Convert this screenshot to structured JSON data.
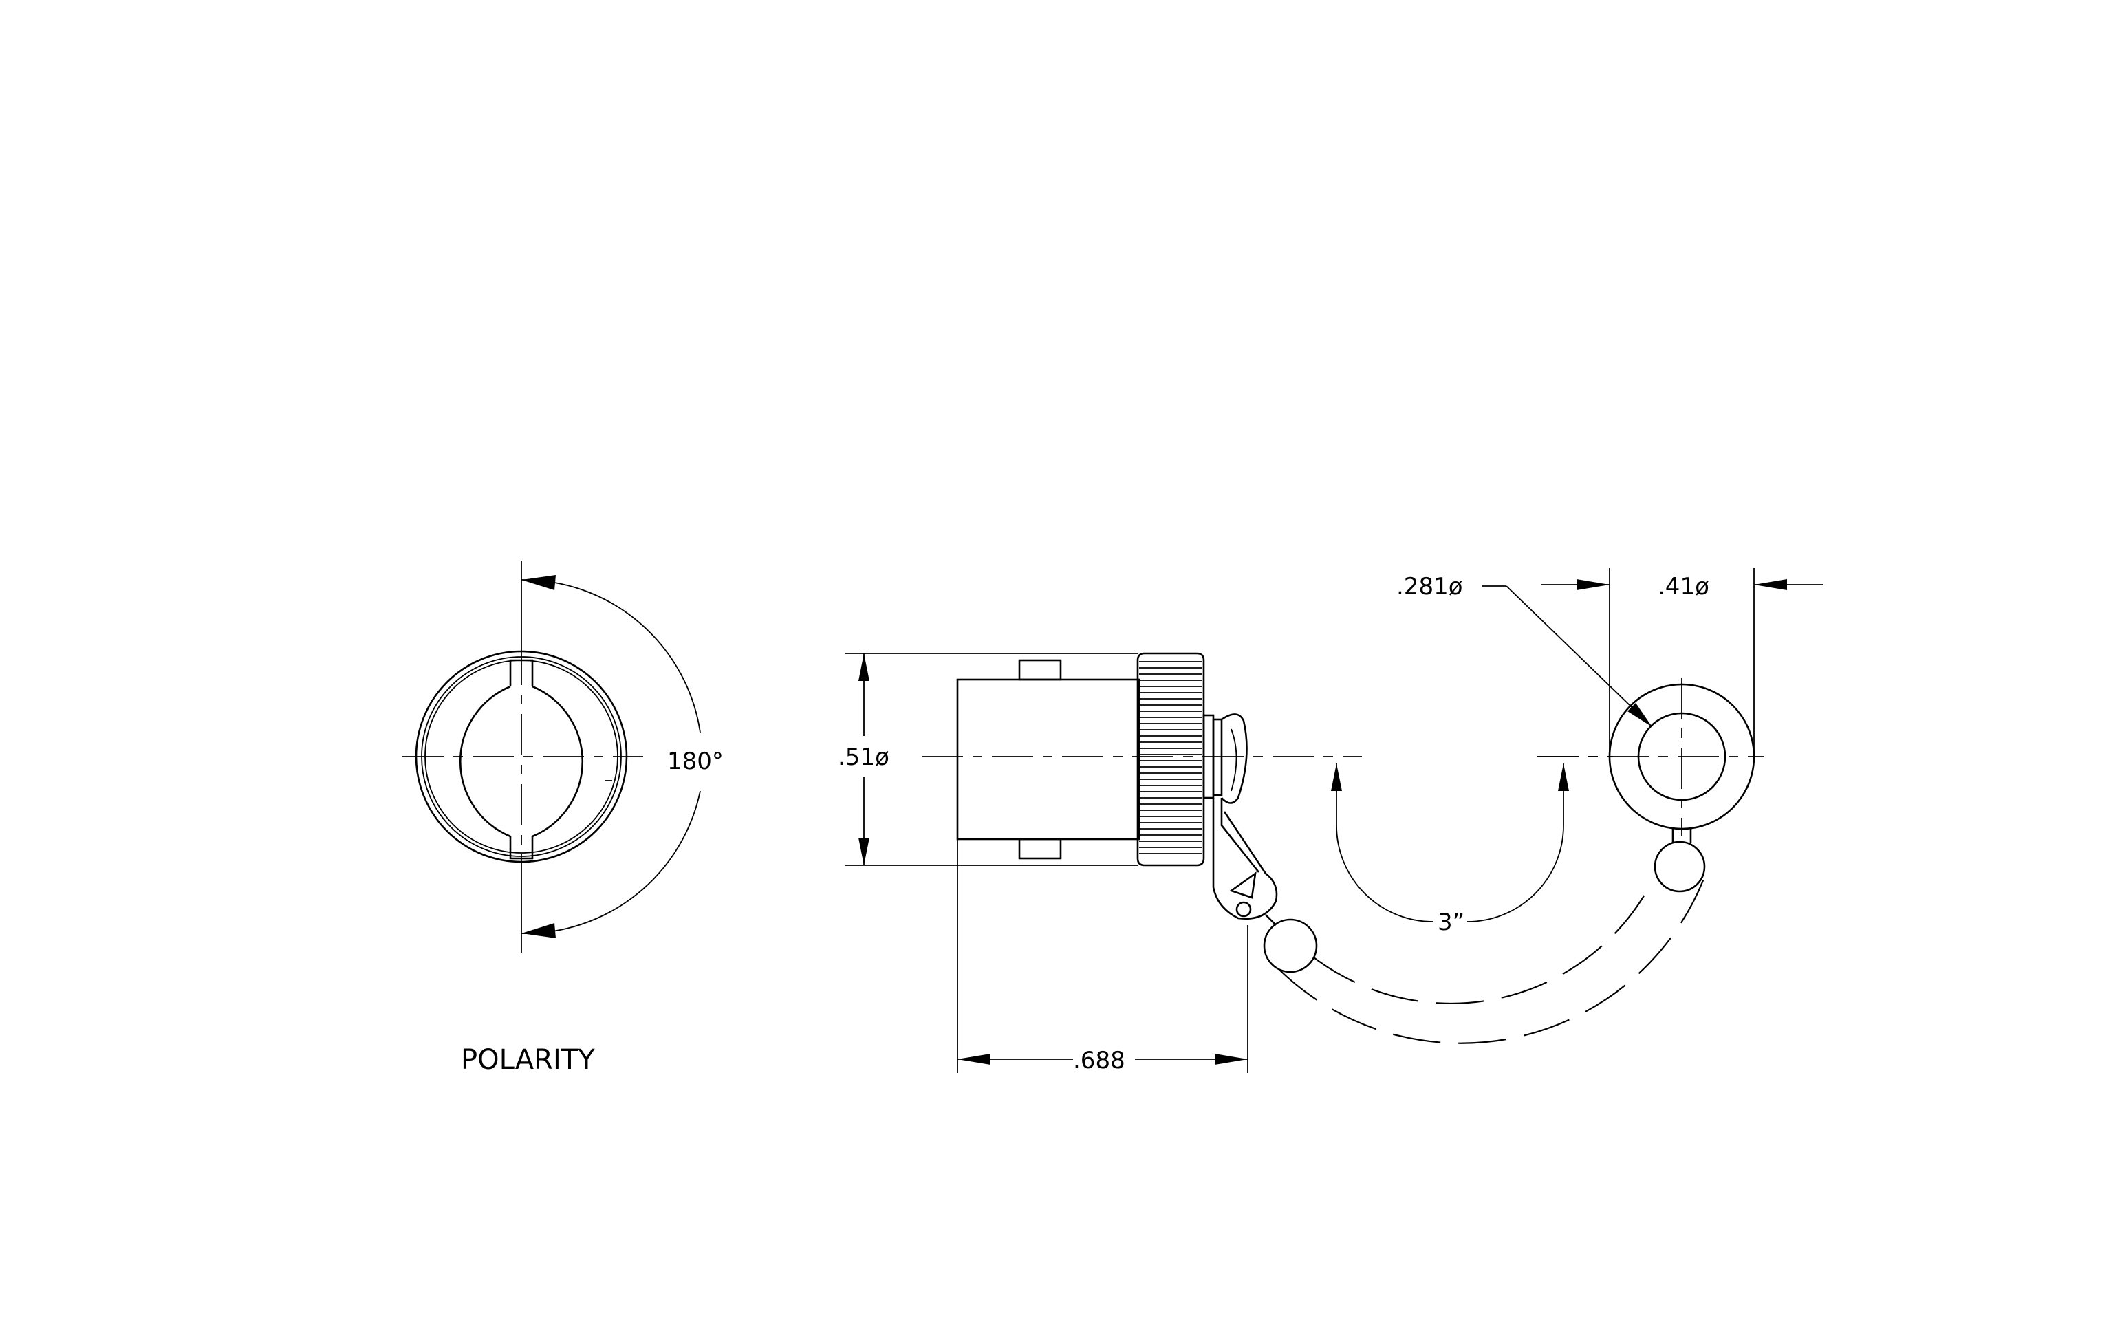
{
  "labels": {
    "angle": "180°",
    "diameter_body": ".51ø",
    "length": ".688",
    "chain_length": "3”",
    "diameter_hole": ".281ø",
    "diameter_ring": ".41ø",
    "polarity": "POLARITY"
  },
  "views": [
    "polarity-end-view",
    "side-view",
    "lanyard-ring-view"
  ]
}
